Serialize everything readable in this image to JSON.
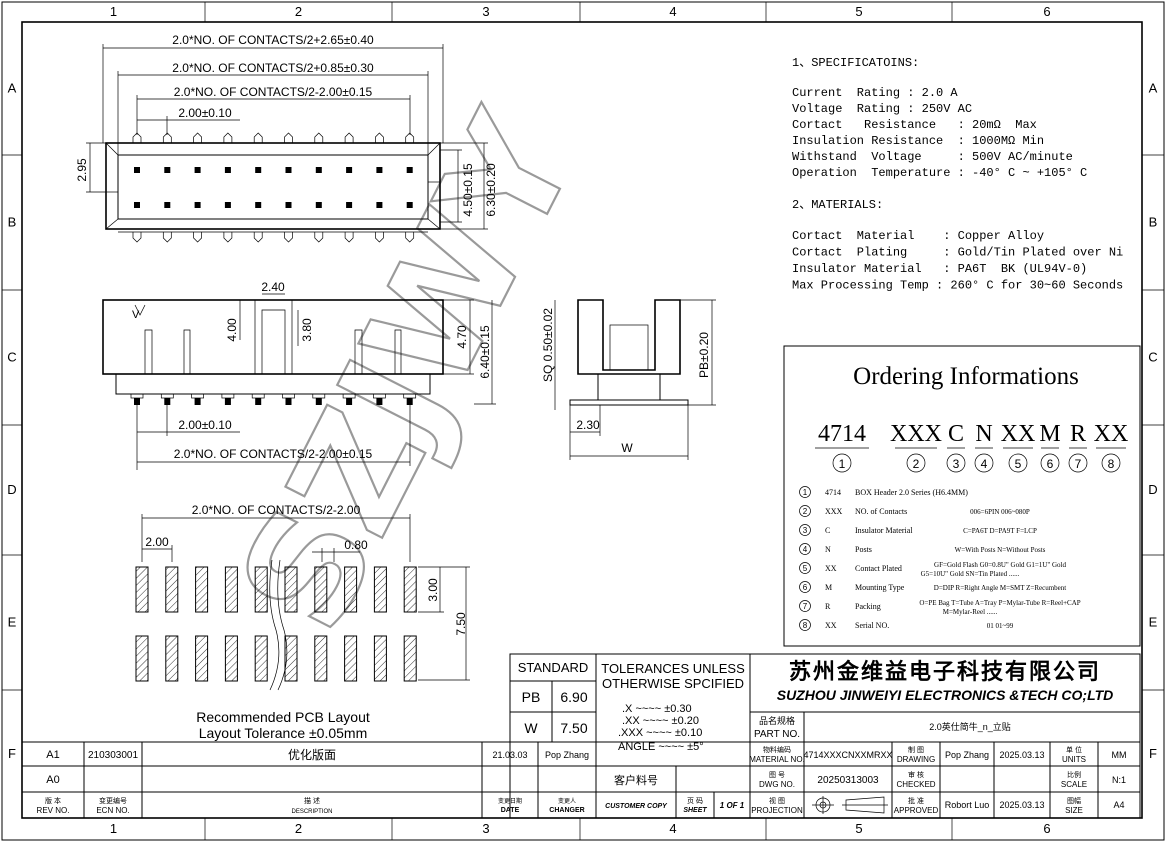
{
  "border": {
    "cols": [
      "1",
      "2",
      "3",
      "4",
      "5",
      "6"
    ],
    "rows": [
      "A",
      "B",
      "C",
      "D",
      "E",
      "F"
    ]
  },
  "watermark": "SZJWY",
  "dims": {
    "top_overall": "2.0*NO. OF CONTACTS/2+2.65±0.40",
    "top_body": "2.0*NO. OF CONTACTS/2+0.85±0.30",
    "top_pins": "2.0*NO. OF CONTACTS/2-2.00±0.15",
    "top_pitch": "2.00±0.10",
    "top_left": "2.95",
    "top_row": "4.50±0.15",
    "top_width": "6.30±0.20",
    "side_key": "2.40",
    "side_h400": "4.00",
    "side_h380": "3.80",
    "side_h470": "4.70",
    "side_h640": "6.40±0.15",
    "side_pitch": "2.00±0.10",
    "side_pins": "2.0*NO. OF CONTACTS/2-2.00±0.15",
    "side_v": "V",
    "end_sq": "SQ 0.50±0.02",
    "end_pb": "PB±0.20",
    "end_230": "2.30",
    "end_w": "W",
    "pcb_span": "2.0*NO. OF CONTACTS/2-2.00",
    "pcb_pitch": "2.00",
    "pcb_pad": "0.80",
    "pcb_300": "3.00",
    "pcb_750": "7.50",
    "pcb_title": "Recommended PCB Layout",
    "pcb_tol": "Layout Tolerance ±0.05mm"
  },
  "specs": {
    "heading": "1、SPECIFICATOINS:",
    "lines": [
      "Current  Rating : 2.0 A",
      "Voltage  Rating : 250V AC",
      "Cortact   Resistance   : 20mΩ  Max",
      "Insulation Resistance  : 1000MΩ Min",
      "Withstand  Voltage     : 500V AC/minute",
      "Operation  Temperature : -40° C ~ +105° C"
    ],
    "mat_heading": "2、MATERIALS:",
    "mat_lines": [
      "Cortact  Material    : Copper Alloy",
      "Cortact  Plating     : Gold/Tin Plated over Ni",
      "Insulator Material   : PA6T  BK (UL94V-0)",
      "Max Processing Temp : 260° C for 30~60 Seconds"
    ]
  },
  "ordering": {
    "title": "Ordering Informations",
    "codes": [
      "4714",
      "XXX",
      "C",
      "N",
      "XX",
      "M",
      "R",
      "XX"
    ],
    "nums": [
      "1",
      "2",
      "3",
      "4",
      "5",
      "6",
      "7",
      "8"
    ],
    "rows": [
      {
        "n": "1",
        "code": "4714",
        "desc": "BOX  Header 2.0   Series  (H6.4MM)",
        "opt": ""
      },
      {
        "n": "2",
        "code": "XXX",
        "desc": "NO. of Contacts",
        "opt": "006=6PIN  006~080P"
      },
      {
        "n": "3",
        "code": "C",
        "desc": "Insulator Material",
        "opt": "C=PA6T  D=PA9T  F=LCP"
      },
      {
        "n": "4",
        "code": "N",
        "desc": "Posts",
        "opt": "W=With Posts   N=Without Posts"
      },
      {
        "n": "5",
        "code": "XX",
        "desc": "Contact Plated",
        "opt": "GF=Gold Flash  G0=0.8U\" Gold   G1=1U\" Gold",
        "opt2": "G5=10U\" Gold    SN=Tin Plated  ......"
      },
      {
        "n": "6",
        "code": "M",
        "desc": "Mounting Type",
        "opt": "D=DIP   R=Right Angle  M=SMT  Z=Recumbent"
      },
      {
        "n": "7",
        "code": "R",
        "desc": "Packing",
        "opt": "O=PE Bag  T=Tube  A=Tray  P=Mylar-Tube  R=Reel+CAP",
        "opt2": "M=Mylar-Reel  ......"
      },
      {
        "n": "8",
        "code": "XX",
        "desc": "Serial NO.",
        "opt": "01   01~99"
      }
    ]
  },
  "title_block": {
    "standard": "STANDARD",
    "pb_label": "PB",
    "pb_val": "6.90",
    "w_label": "W",
    "w_val": "7.50",
    "tol_title1": "TOLERANCES UNLESS",
    "tol_title2": "OTHERWISE SPCIFIED",
    "tol1": ".X  ~~~~  ±0.30",
    "tol2": ".XX  ~~~~  ±0.20",
    "tol3": ".XXX  ~~~~  ±0.10",
    "tol4": "ANGLE  ~~~~  ±5°",
    "company_cn": "苏州金维益电子科技有限公司",
    "company_en": "SUZHOU JINWEIYI ELECTRONICS &TECH CO;LTD",
    "part_label_cn": "品名规格",
    "part_label": "PART NO.",
    "part_name": "2.0英仕简牛_n_立贴",
    "mat_label_cn": "物料编码",
    "mat_label": "MATERIAL NO.",
    "mat_no": "4714XXXCNXXMRXX",
    "draw_cn": "制 图",
    "draw": "DRAWING",
    "drawer": "Pop Zhang",
    "draw_date": "2025.03.13",
    "units_cn": "单 位",
    "units": "UNITS",
    "units_val": "MM",
    "dwg_cn": "图 号",
    "dwg": "DWG NO.",
    "dwg_no": "20250313003",
    "check_cn": "审 核",
    "check": "CHECKED",
    "scale_cn": "比例",
    "scale": "SCALE",
    "scale_val": "N:1",
    "proj_cn": "视 图",
    "proj": "PROJECTION",
    "appr_cn": "批 准",
    "appr": "APPROVED",
    "approver": "Robort Luo",
    "appr_date": "2025.03.13",
    "size_cn": "图幅",
    "size": "SIZE",
    "size_val": "A4",
    "cust_cn": "客户料号",
    "cust": "CUSTOMER COPY",
    "sheet_cn": "页 码",
    "sheet": "SHEET",
    "sheet_val": "1 OF 1",
    "rev1": "A1",
    "ecn1": "210303001",
    "desc1": "优化版面",
    "date1": "21.03.03",
    "chg1": "Pop Zhang",
    "rev0": "A0",
    "rev_cn": "版 本",
    "rev": "REV NO.",
    "ecn_cn": "变更编号",
    "ecn": "ECN  NO.",
    "desc_cn": "描 述",
    "desc": "DESCRIPTION",
    "date_cn": "变更日期",
    "date": "DATE",
    "chg_cn": "变更人",
    "chg": "CHANGER"
  }
}
